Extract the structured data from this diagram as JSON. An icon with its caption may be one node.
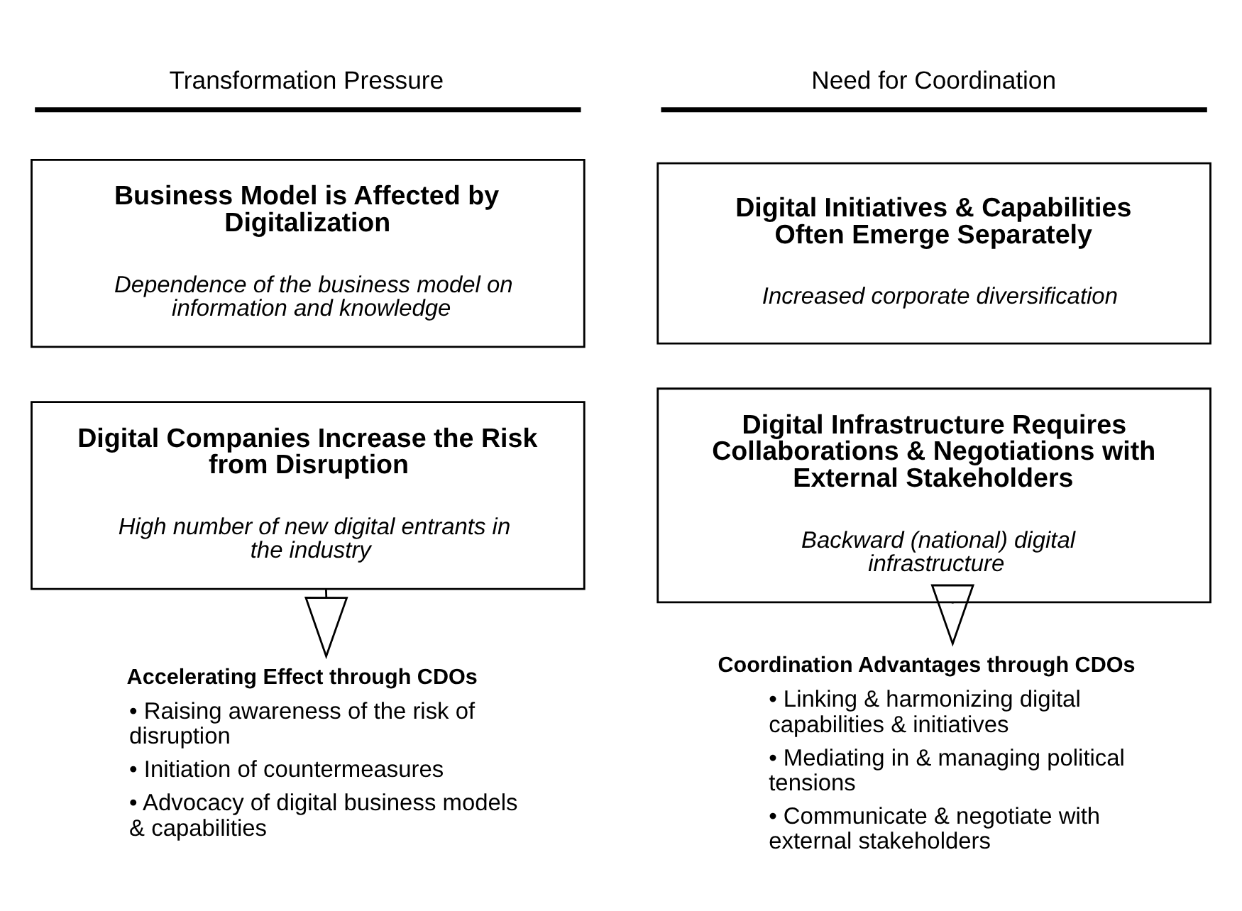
{
  "diagram": {
    "nodes": [
      {
        "text": [
          "Business Model is Affected by Digitalization",
          "Dependence of the business model on information and knowledge"
        ]
      },
      {
        "text": [
          "Digital Initiatives & Capabilities Often Emerge Separately",
          "Increased corporate diversification"
        ]
      },
      {
        "text": [
          "Digital Companies Increase the Risk from Disruption",
          "High number of new digital entrants in the industry"
        ]
      },
      {
        "text": [
          "Digital Infrastructure Requires Collaborations & Negotiations with External Stakeholders",
          "Backward (national) digital infrastructure"
        ]
      },
      {
        "text": [
          "Accelerating Effect through CDOs",
          "• Raising awareness of the risk of disruption",
          "• Initiation of countermeasures",
          "• Advocacy of digital business models & capabilities"
        ]
      },
      {
        "text": [
          "Coordination Advantages through CDOs",
          "• Linking & harmonizing digital capabilities & initiatives",
          "• Mediating in & managing political tensions",
          "• Communicate & negotiate with external stakeholders"
        ]
      }
    ],
    "edges": [
      {
        "from": 2,
        "to": 4,
        "arrow": "to"
      },
      {
        "from": 3,
        "to": 5,
        "arrow": "to"
      }
    ],
    "labels": [
      "Transformation Pressure",
      "Need for Coordination"
    ]
  }
}
